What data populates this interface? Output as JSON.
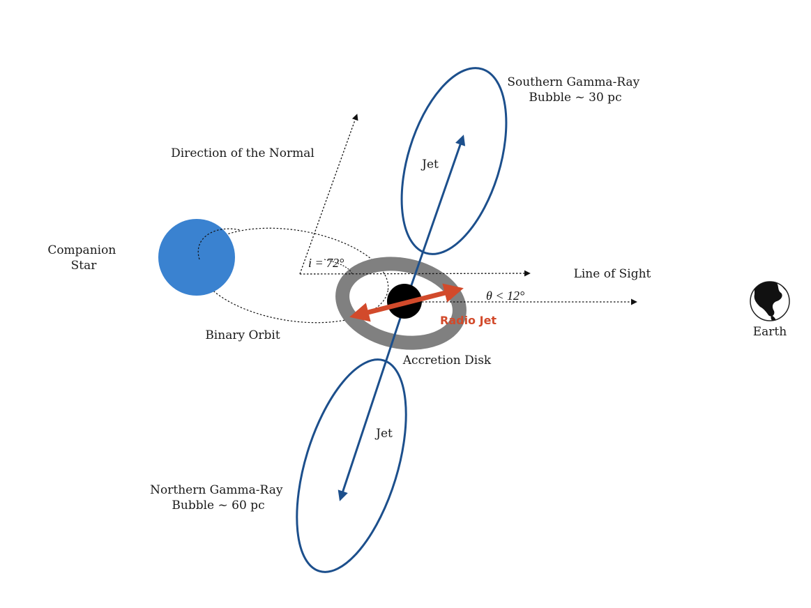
{
  "labels": {
    "southern_bubble_line1": "Southern Gamma-Ray",
    "southern_bubble_line2": "Bubble ~ 30 pc",
    "northern_bubble_line1": "Northern Gamma-Ray",
    "northern_bubble_line2": "Bubble ~ 60 pc",
    "direction_normal": "Direction of the Normal",
    "companion_line1": "Companion",
    "companion_line2": "Star",
    "binary_orbit": "Binary Orbit",
    "line_of_sight": "Line of Sight",
    "inclination": "i = 72°",
    "theta": "θ < 12°",
    "radio_jet": "Radio Jet",
    "accretion_disk": "Accretion Disk",
    "jet_upper": "Jet",
    "jet_lower": "Jet",
    "earth": "Earth"
  },
  "colors": {
    "bubble": "#1c4f8c",
    "companion_star": "#3a82d0",
    "accretion_disk": "#808080",
    "radio_jet": "#d24a2b",
    "black_hole": "#000000"
  },
  "icons": {
    "earth": "earth-globe-icon"
  }
}
